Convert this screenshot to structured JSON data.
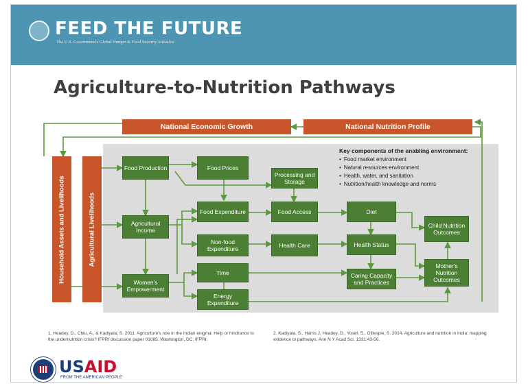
{
  "header": {
    "brand": "FEED THE FUTURE",
    "subtitle": "The U.S. Government's Global Hunger & Food Security Initiative"
  },
  "title": "Agriculture-to-Nutrition Pathways",
  "banners": {
    "economic_growth": "National Economic Growth",
    "nutrition_profile": "National Nutrition Profile",
    "household_assets": "Household Assets and Livelihoods",
    "ag_livelihoods": "Agricultural Livelihoods"
  },
  "boxes": {
    "food_production": "Food Production",
    "food_prices": "Food Prices",
    "processing": "Processing and Storage",
    "ag_income": "Agricultural Income",
    "food_expenditure": "Food Expenditure",
    "food_access": "Food Access",
    "diet": "Diet",
    "child_outcomes": "Child Nutrition Outcomes",
    "nonfood_expenditure": "Non-food Expenditure",
    "health_care": "Health Care",
    "health_status": "Health Status",
    "womens_empowerment": "Women's Empowerment",
    "time": "Time",
    "caring_capacity": "Caring Capacity and Practices",
    "mothers_outcomes": "Mother's Nutrition Outcomes",
    "energy_expenditure": "Energy Expenditure"
  },
  "key": {
    "title": "Key components of the enabling environment:",
    "items": [
      "Food market environment",
      "Natural resources environment",
      "Health, water, and sanitation",
      "Nutrition/health knowledge and norms"
    ]
  },
  "footnotes": {
    "ref1": "1. Headey, D., Chiu, A., & Kadiyala, S. 2011. Agriculture's role in the Indian enigma: Help or hindrance to the undernutrition crisis? IFPRI discussion paper 01085. Washington, DC: IFPRI.",
    "ref2": "2. Kadiyala, S., Harris J, Headey, D., Yosef, S., Gillespie, S. 2014. Agriculture and nutrition in India: mapping evidence to pathways. Ann N Y Acad Sci. 1331:43-56."
  },
  "footer": {
    "usaid_us": "US",
    "usaid_aid": "AID",
    "usaid_sub": "FROM THE AMERICAN PEOPLE"
  },
  "colors": {
    "header_blue": "#4e95b3",
    "orange": "#c8562a",
    "green": "#4b7f33",
    "panel_gray": "#dcdcdc",
    "usaid_blue": "#1d3f77",
    "usaid_red": "#c8102e"
  }
}
